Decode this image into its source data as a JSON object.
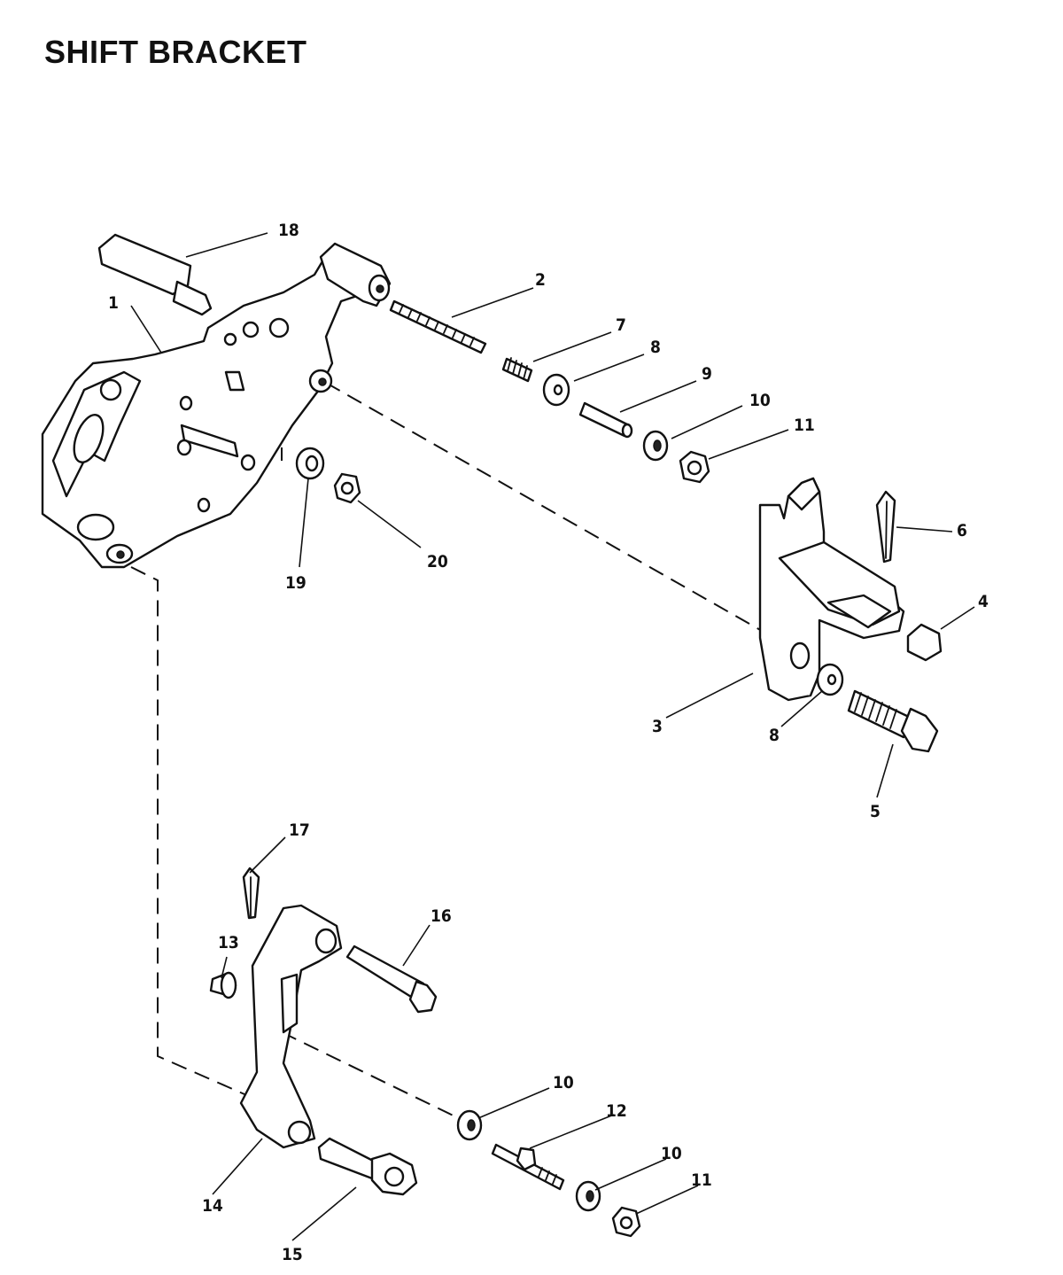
{
  "title": "SHIFT BRACKET",
  "callouts": [
    {
      "label": "1"
    },
    {
      "label": "2"
    },
    {
      "label": "3"
    },
    {
      "label": "4"
    },
    {
      "label": "5"
    },
    {
      "label": "6"
    },
    {
      "label": "7"
    },
    {
      "label": "8"
    },
    {
      "label": "8"
    },
    {
      "label": "9"
    },
    {
      "label": "10"
    },
    {
      "label": "10"
    },
    {
      "label": "10"
    },
    {
      "label": "11"
    },
    {
      "label": "11"
    },
    {
      "label": "12"
    },
    {
      "label": "13"
    },
    {
      "label": "14"
    },
    {
      "label": "15"
    },
    {
      "label": "16"
    },
    {
      "label": "17"
    },
    {
      "label": "18"
    },
    {
      "label": "19"
    },
    {
      "label": "20"
    }
  ]
}
